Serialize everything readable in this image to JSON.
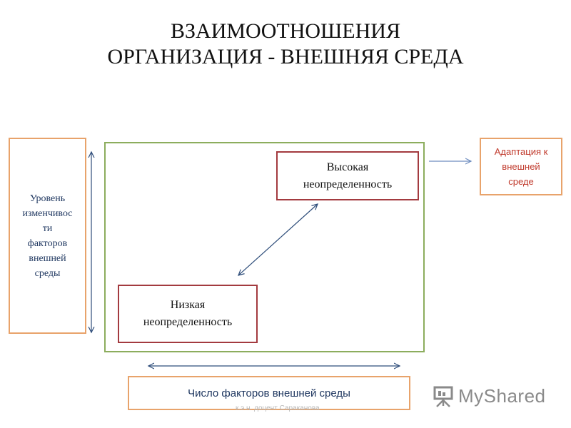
{
  "title": {
    "line1": "ВЗАИМООТНОШЕНИЯ",
    "line2": "ОРГАНИЗАЦИЯ - ВНЕШНЯЯ СРЕДА"
  },
  "left_box": {
    "text": "Уровень\nизменчивос\nти\nфакторов\nвнешней\nсреды"
  },
  "high_uncertainty": {
    "text": "Высокая\nнеопределенность"
  },
  "low_uncertainty": {
    "text": "Низкая\nнеопределенность"
  },
  "adaptation": {
    "text": "Адаптация к\nвнешней\nсреде"
  },
  "factors": {
    "text": "Число факторов внешней среды"
  },
  "footer": {
    "text": "к.э.н. доцент Сараканова"
  },
  "watermark": {
    "text": "MyShared"
  },
  "colors": {
    "orange_border": "#e8a36b",
    "green_border": "#8cad5d",
    "red_border": "#a33a3f",
    "arrow": "#2e4d7a",
    "arrow_light": "#6d8cbf",
    "adapt_text": "#c0392b",
    "body_text": "#1f3760"
  }
}
